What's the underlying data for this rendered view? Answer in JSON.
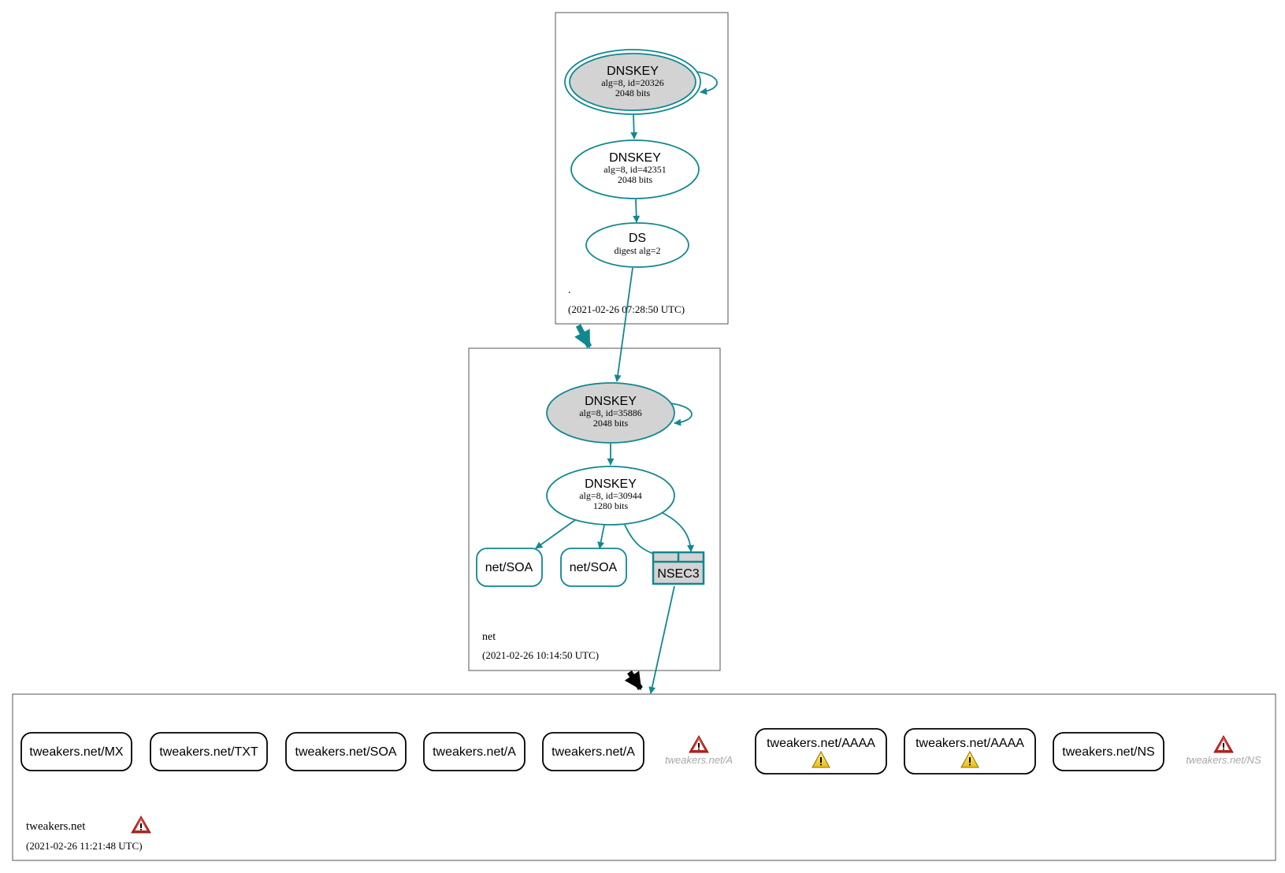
{
  "colors": {
    "teal": "#12878f",
    "grey_fill": "#d3d3d3",
    "border": "#555555",
    "muted_text": "#a8a8a8",
    "warning_yellow": "#f2d21c",
    "error_red": "#d9302d"
  },
  "zones": {
    "root": {
      "name": ".",
      "timestamp": "(2021-02-26 07:28:50 UTC)"
    },
    "net": {
      "name": "net",
      "timestamp": "(2021-02-26 10:14:50 UTC)"
    },
    "tweakers": {
      "name": "tweakers.net",
      "timestamp": "(2021-02-26 11:21:48 UTC)",
      "status_icon": "error-icon"
    }
  },
  "nodes": {
    "root_ksk": {
      "title": "DNSKEY",
      "line1": "alg=8, id=20326",
      "line2": "2048 bits"
    },
    "root_zsk": {
      "title": "DNSKEY",
      "line1": "alg=8, id=42351",
      "line2": "2048 bits"
    },
    "root_ds": {
      "title": "DS",
      "line1": "digest alg=2"
    },
    "net_ksk": {
      "title": "DNSKEY",
      "line1": "alg=8, id=35886",
      "line2": "2048 bits"
    },
    "net_zsk": {
      "title": "DNSKEY",
      "line1": "alg=8, id=30944",
      "line2": "1280 bits"
    },
    "net_soa1": {
      "label": "net/SOA"
    },
    "net_soa2": {
      "label": "net/SOA"
    },
    "net_nsec3": {
      "label": "NSEC3"
    }
  },
  "rrsets": [
    {
      "label": "tweakers.net/MX"
    },
    {
      "label": "tweakers.net/TXT"
    },
    {
      "label": "tweakers.net/SOA"
    },
    {
      "label": "tweakers.net/A"
    },
    {
      "label": "tweakers.net/A"
    },
    {
      "label": "tweakers.net/A",
      "status_icon": "error-icon"
    },
    {
      "label": "tweakers.net/AAAA",
      "status_icon": "warning-icon"
    },
    {
      "label": "tweakers.net/AAAA",
      "status_icon": "warning-icon"
    },
    {
      "label": "tweakers.net/NS"
    },
    {
      "label": "tweakers.net/NS",
      "status_icon": "error-icon"
    }
  ]
}
